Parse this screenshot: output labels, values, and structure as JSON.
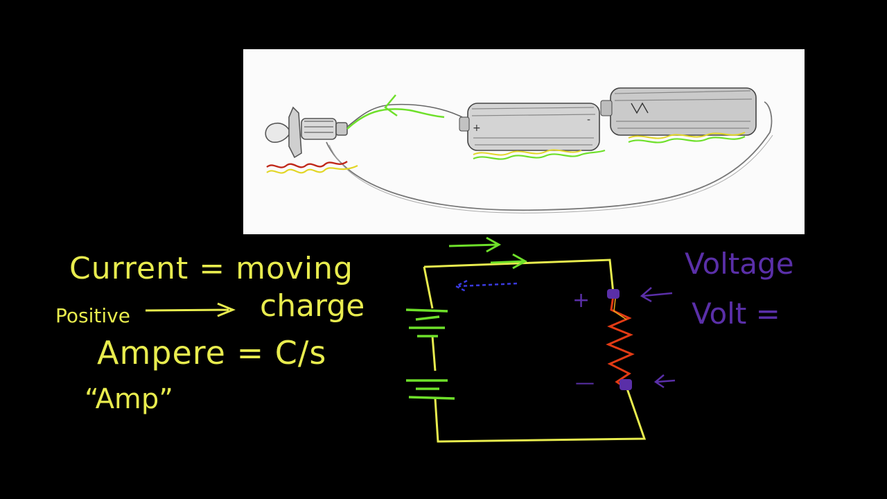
{
  "board": {
    "background": "#000000",
    "ink": {
      "yellow": "#e8ec4e",
      "green": "#6ee02a",
      "purple": "#5a2fa8",
      "red": "#e23a14",
      "blue": "#3a3adf"
    }
  },
  "notes": {
    "current_line": "Current = moving",
    "positive_word": "Positive",
    "charge_word": "charge",
    "ampere_line": "Ampere = C/s",
    "amp_line": "“Amp”",
    "voltage_word": "Voltage",
    "volt_line": "Volt ="
  },
  "circuit": {
    "plus_sign": "+",
    "minus_sign": "—"
  },
  "sketch": {
    "description_icons": [
      "light-bulb-icon",
      "battery-icon",
      "battery-icon",
      "wire-icon"
    ]
  }
}
